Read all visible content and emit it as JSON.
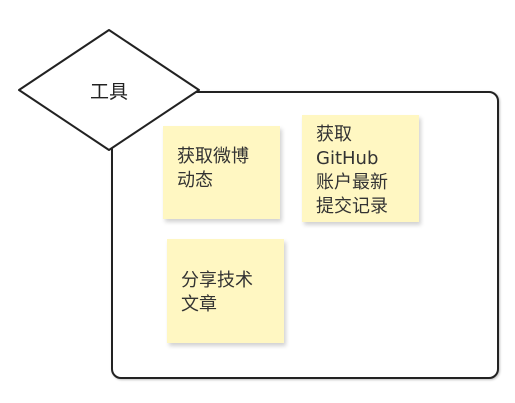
{
  "diagram": {
    "group": {
      "label": "工具"
    },
    "notes": [
      {
        "text": "获取微博\n动态"
      },
      {
        "text": "获取\nGitHub\n账户最新\n提交记录"
      },
      {
        "text": "分享技术\n文章"
      }
    ]
  },
  "colors": {
    "note_fill": "#fff7c2",
    "stroke": "#222222"
  }
}
